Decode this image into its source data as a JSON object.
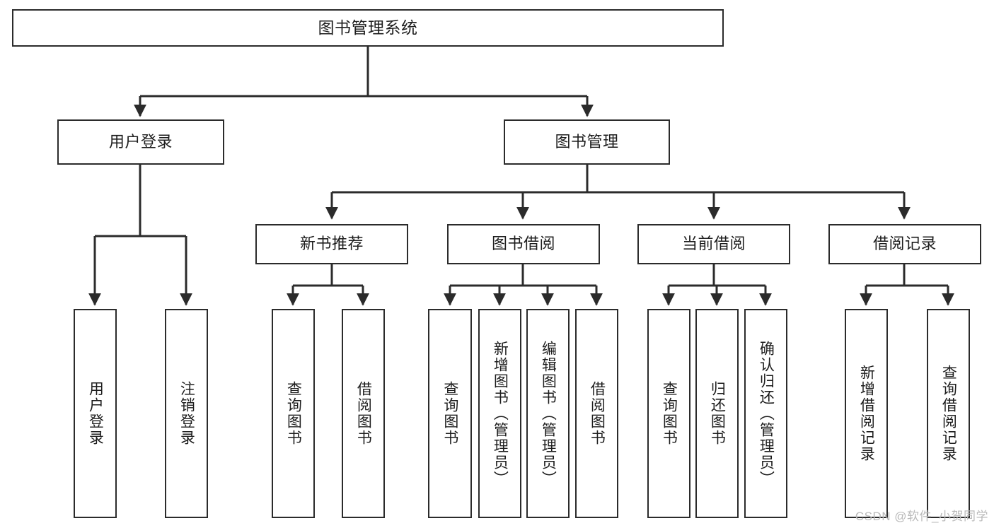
{
  "diagram": {
    "title": "图书管理系统",
    "watermark": "CSDN @软件_小贺同学",
    "stroke_color": "#2b2b2b",
    "text_color": "#1d1d1d",
    "background_color": "#ffffff",
    "watermark_color": "#b9b9b9"
  },
  "chart_data": {
    "type": "tree",
    "title": "图书管理系统",
    "orientation": "top-down",
    "root": {
      "label": "图书管理系统",
      "children": [
        {
          "label": "用户登录",
          "children": [
            {
              "label": "用户登录"
            },
            {
              "label": "注销登录"
            }
          ]
        },
        {
          "label": "图书管理",
          "children": [
            {
              "label": "新书推荐",
              "children": [
                {
                  "label": "查询图书"
                },
                {
                  "label": "借阅图书"
                }
              ]
            },
            {
              "label": "图书借阅",
              "children": [
                {
                  "label": "查询图书"
                },
                {
                  "label": "新增图书（管理员）"
                },
                {
                  "label": "编辑图书（管理员）"
                },
                {
                  "label": "借阅图书"
                }
              ]
            },
            {
              "label": "当前借阅",
              "children": [
                {
                  "label": "查询图书"
                },
                {
                  "label": "归还图书"
                },
                {
                  "label": "确认归还（管理员）"
                }
              ]
            },
            {
              "label": "借阅记录",
              "children": [
                {
                  "label": "新增借阅记录"
                },
                {
                  "label": "查询借阅记录"
                }
              ]
            }
          ]
        }
      ]
    }
  },
  "nodes": {
    "root": {
      "label": "图书管理系统"
    },
    "level2": {
      "user_login": {
        "label": "用户登录"
      },
      "book_manage": {
        "label": "图书管理"
      }
    },
    "level3": {
      "new_book_rec": {
        "label": "新书推荐"
      },
      "book_borrow": {
        "label": "图书借阅"
      },
      "current_borrow": {
        "label": "当前借阅"
      },
      "borrow_record": {
        "label": "借阅记录"
      }
    },
    "leaves": {
      "user_login_1": {
        "label": "用户登录"
      },
      "user_login_2": {
        "label": "注销登录"
      },
      "new_book_rec_1": {
        "label": "查询图书"
      },
      "new_book_rec_2": {
        "label": "借阅图书"
      },
      "book_borrow_1": {
        "label": "查询图书"
      },
      "book_borrow_2": {
        "label": "新增图书（管理员）"
      },
      "book_borrow_3": {
        "label": "编辑图书（管理员）"
      },
      "book_borrow_4": {
        "label": "借阅图书"
      },
      "current_borrow_1": {
        "label": "查询图书"
      },
      "current_borrow_2": {
        "label": "归还图书"
      },
      "current_borrow_3": {
        "label": "确认归还（管理员）"
      },
      "borrow_record_1": {
        "label": "新增借阅记录"
      },
      "borrow_record_2": {
        "label": "查询借阅记录"
      }
    }
  }
}
